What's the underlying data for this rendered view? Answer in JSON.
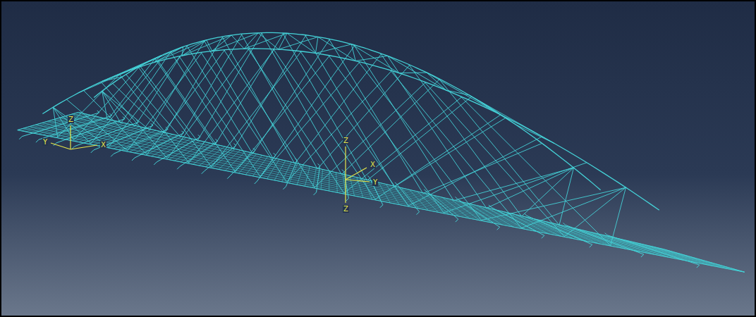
{
  "diagram": {
    "labels": [
      "Z",
      "Y",
      "X",
      "Z",
      "X",
      "Y",
      "Z"
    ]
  }
}
